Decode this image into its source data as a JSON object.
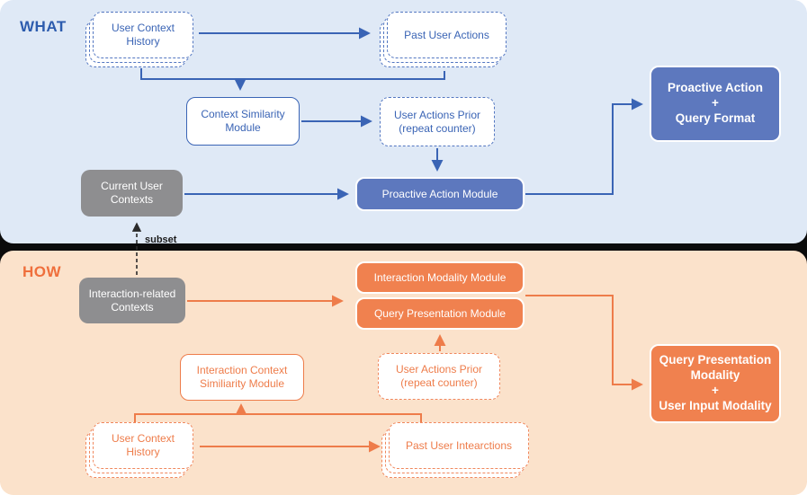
{
  "divider_label": "subset",
  "what": {
    "section_label": "WHAT",
    "user_context_history": "User Context\nHistory",
    "past_user_actions": "Past User Actions",
    "context_similarity_module": "Context Similarity\nModule",
    "user_actions_prior": "User Actions Prior\n(repeat counter)",
    "current_user_contexts": "Current User\nContexts",
    "proactive_action_module": "Proactive Action Module",
    "output_box": "Proactive Action\n+\nQuery Format"
  },
  "how": {
    "section_label": "HOW",
    "interaction_related_contexts": "Interaction-related\nContexts",
    "interaction_modality_module": "Interaction Modality Module",
    "query_presentation_module": "Query Presentation Module",
    "interaction_context_similiarity_module": "Interaction Context\nSimiliarity Module",
    "user_actions_prior": "User Actions Prior\n(repeat counter)",
    "user_context_history": "User Context\nHistory",
    "past_user_interactions": "Past User Intearctions",
    "output_box": "Query Presentation\nModality\n+\nUser Input Modality"
  },
  "colors": {
    "blue_accent": "#3a64b5",
    "blue_fill": "#5d78be",
    "blue_panel_bg": "#dfe9f6",
    "orange_accent": "#ee7c4a",
    "orange_fill": "#f0814f",
    "orange_panel_bg": "#fbe2cb",
    "gray_fill": "#8e8e90",
    "divider": "#0b0b0b"
  }
}
